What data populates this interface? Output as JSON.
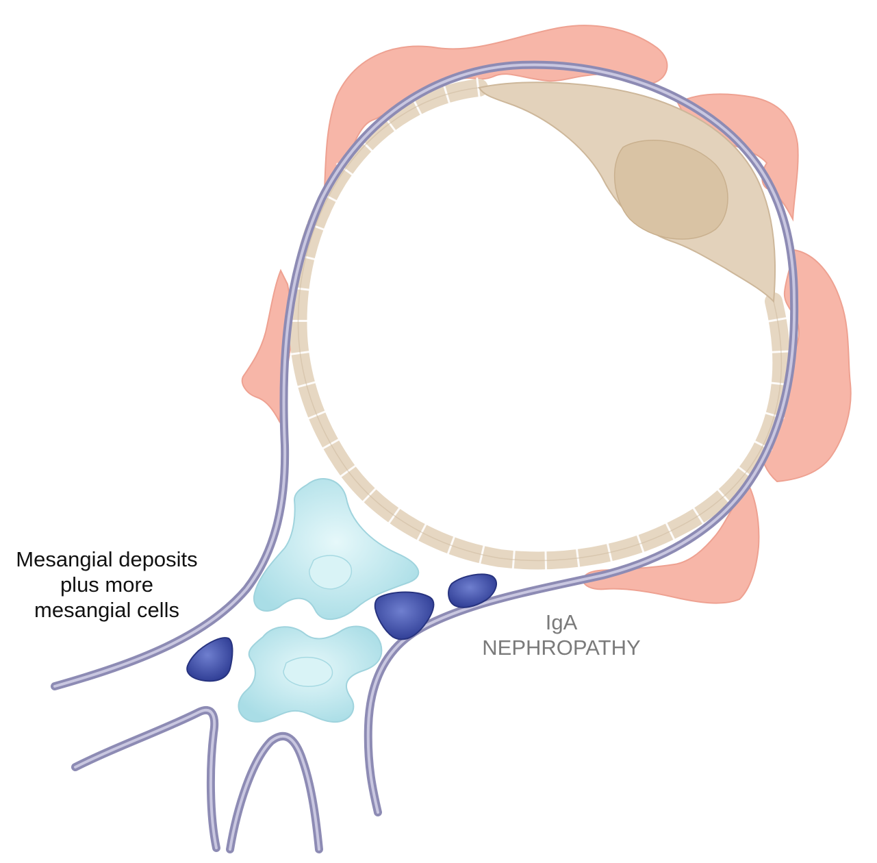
{
  "annotations": {
    "mesangial": [
      "Mesangial deposits",
      "plus more",
      "mesangial cells"
    ],
    "disease": [
      "IgA",
      "NEPHROPATHY"
    ]
  },
  "colors": {
    "basement_membrane": "#8d8bb4",
    "endothelium": "#e6d7c2",
    "endothelial_nucleus": "#dcc5a6",
    "podocyte": "#f6b3a6",
    "mesangial_cell": "#b6e6ec",
    "iga_deposit": "#3f4ea6"
  }
}
